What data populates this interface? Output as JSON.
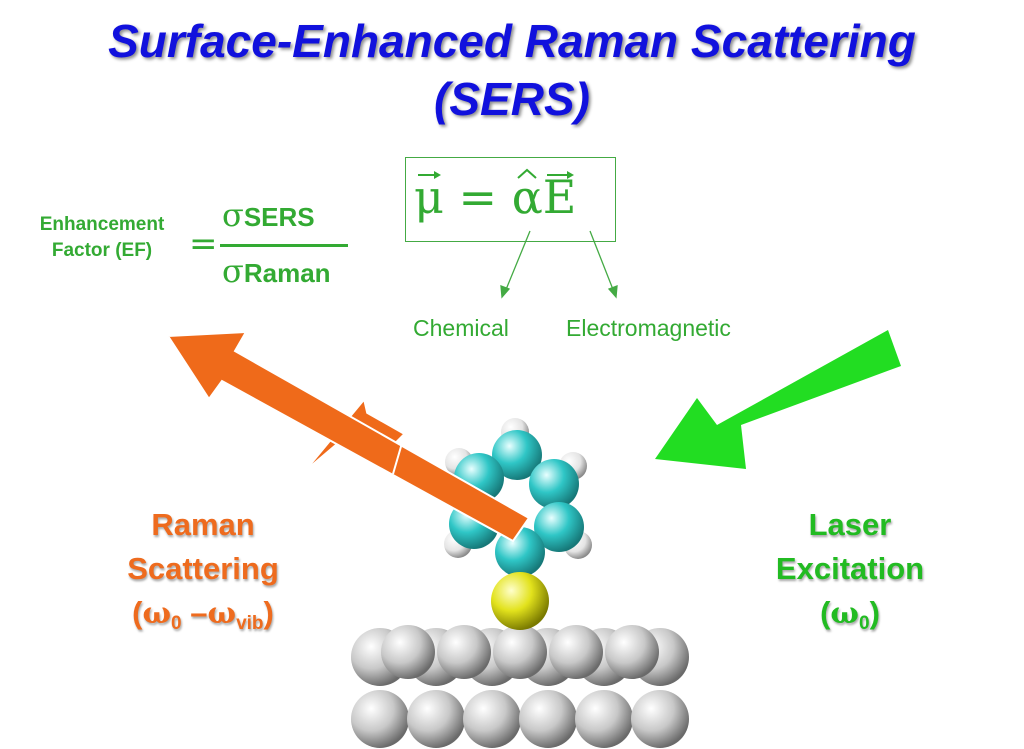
{
  "title": {
    "line1": "Surface-Enhanced Raman Scattering",
    "line2": "(SERS)"
  },
  "enhancement_factor": {
    "label_line1": "Enhancement",
    "label_line2": "Factor (EF)",
    "equals": "=",
    "numerator_symbol": "σ",
    "numerator_sub": "SERS",
    "denominator_symbol": "σ",
    "denominator_sub": "Raman"
  },
  "equation": {
    "mu": "μ",
    "equals": "=",
    "alpha": "α",
    "e": "E"
  },
  "mechanisms": {
    "chemical": "Chemical",
    "electromagnetic": "Electromagnetic"
  },
  "raman": {
    "line1": "Raman",
    "line2": "Scattering",
    "open": "(",
    "omega_a": "ω",
    "sub_a": "0",
    "minus": " –",
    "omega_b": "ω",
    "sub_b": "vib",
    "close": ")"
  },
  "laser": {
    "line1": "Laser",
    "line2": "Excitation",
    "open": "(",
    "omega": "ω",
    "sub": "0",
    "close": ")"
  },
  "colors": {
    "title": "#1111dd",
    "green_text": "#33aa33",
    "raman_orange": "#ee6b1e",
    "laser_green": "#22cc22",
    "carbon": "#33cccc",
    "hydrogen": "#eeeeee",
    "sulfur": "#dddd22",
    "metal": "#bbbbbb"
  },
  "icons": {
    "molecule": "benzenethiol-molecule-icon",
    "surface": "metal-surface-icon",
    "laser_arrow": "laser-arrow-icon",
    "raman_arrow": "raman-arrow-icon"
  }
}
